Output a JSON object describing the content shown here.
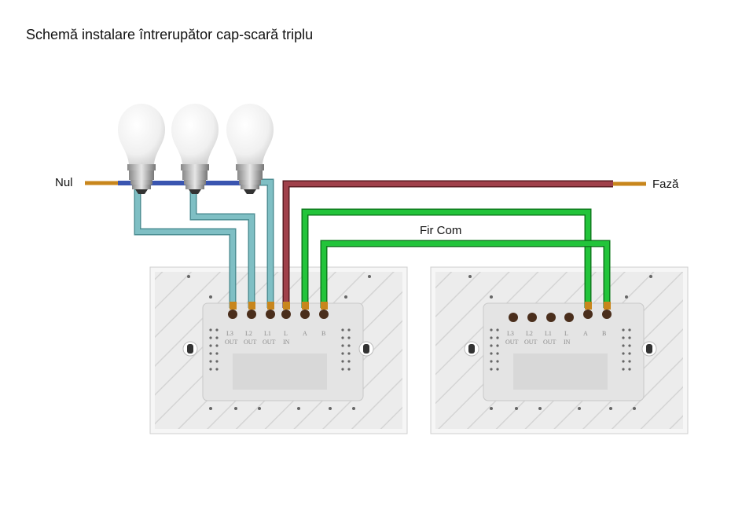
{
  "title": "Schemă instalare întrerupător cap-scară triplu",
  "labels": {
    "neutral": "Nul",
    "phase": "Fază",
    "common_wire": "Fir Com"
  },
  "switch_left": {
    "terminals_top": [
      "L3",
      "L2",
      "L1",
      "L",
      "A",
      "B"
    ],
    "terminals_bottom": [
      "OUT",
      "OUT",
      "OUT",
      "IN"
    ]
  },
  "switch_right": {
    "terminals_top": [
      "L3",
      "L2",
      "L1",
      "L",
      "A",
      "B"
    ],
    "terminals_bottom": [
      "OUT",
      "OUT",
      "OUT",
      "IN"
    ]
  },
  "colors": {
    "neutral_wire": "#3a55b0",
    "phase_wire": "#a0404a",
    "common_wire": "#22c43a",
    "load_wire": "#7fbfc4",
    "copper": "#c8861c",
    "panel": "#ececec"
  }
}
